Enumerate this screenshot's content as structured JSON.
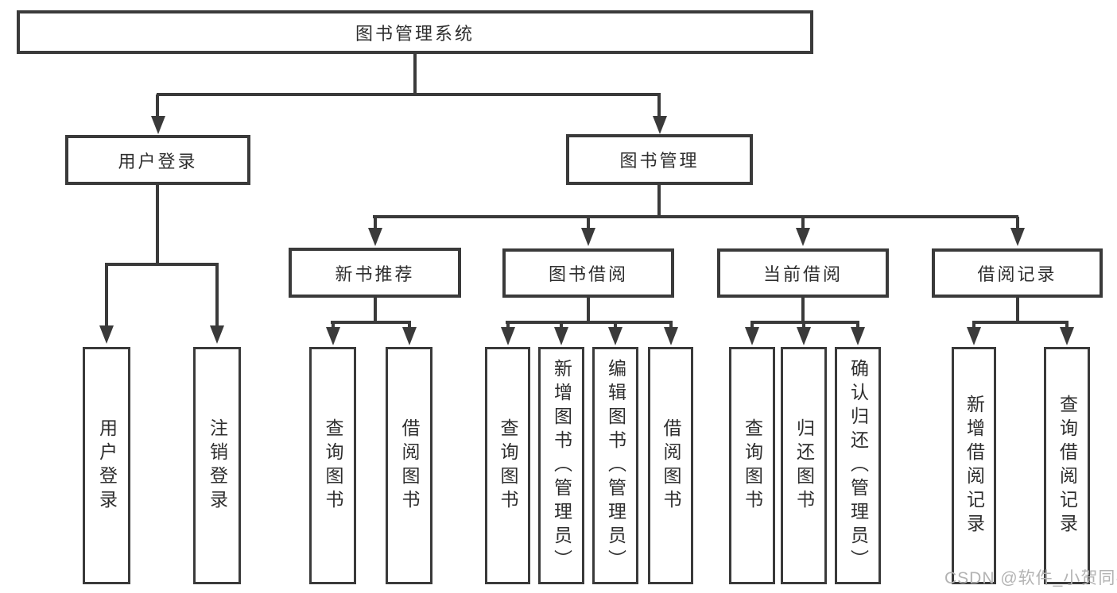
{
  "colors": {
    "line": "#3a3a3a",
    "text": "#2e2e2e",
    "bg": "#ffffff",
    "wm": "#b3b3b3"
  },
  "watermark": {
    "text": "CSDN @软件_小贺同学"
  },
  "tree": {
    "label": "图书管理系统",
    "children": [
      {
        "label": "用户登录",
        "children": [
          {
            "label": "用户登录"
          },
          {
            "label": "注销登录"
          }
        ]
      },
      {
        "label": "图书管理",
        "children": [
          {
            "label": "新书推荐",
            "children": [
              {
                "label": "查询图书"
              },
              {
                "label": "借阅图书"
              }
            ]
          },
          {
            "label": "图书借阅",
            "children": [
              {
                "label": "查询图书"
              },
              {
                "label": "新增图书（管理员）"
              },
              {
                "label": "编辑图书（管理员）"
              },
              {
                "label": "借阅图书"
              }
            ]
          },
          {
            "label": "当前借阅",
            "children": [
              {
                "label": "查询图书"
              },
              {
                "label": "归还图书"
              },
              {
                "label": "确认归还（管理员）"
              }
            ]
          },
          {
            "label": "借阅记录",
            "children": [
              {
                "label": "新增借阅记录"
              },
              {
                "label": "查询借阅记录"
              }
            ]
          }
        ]
      }
    ]
  }
}
